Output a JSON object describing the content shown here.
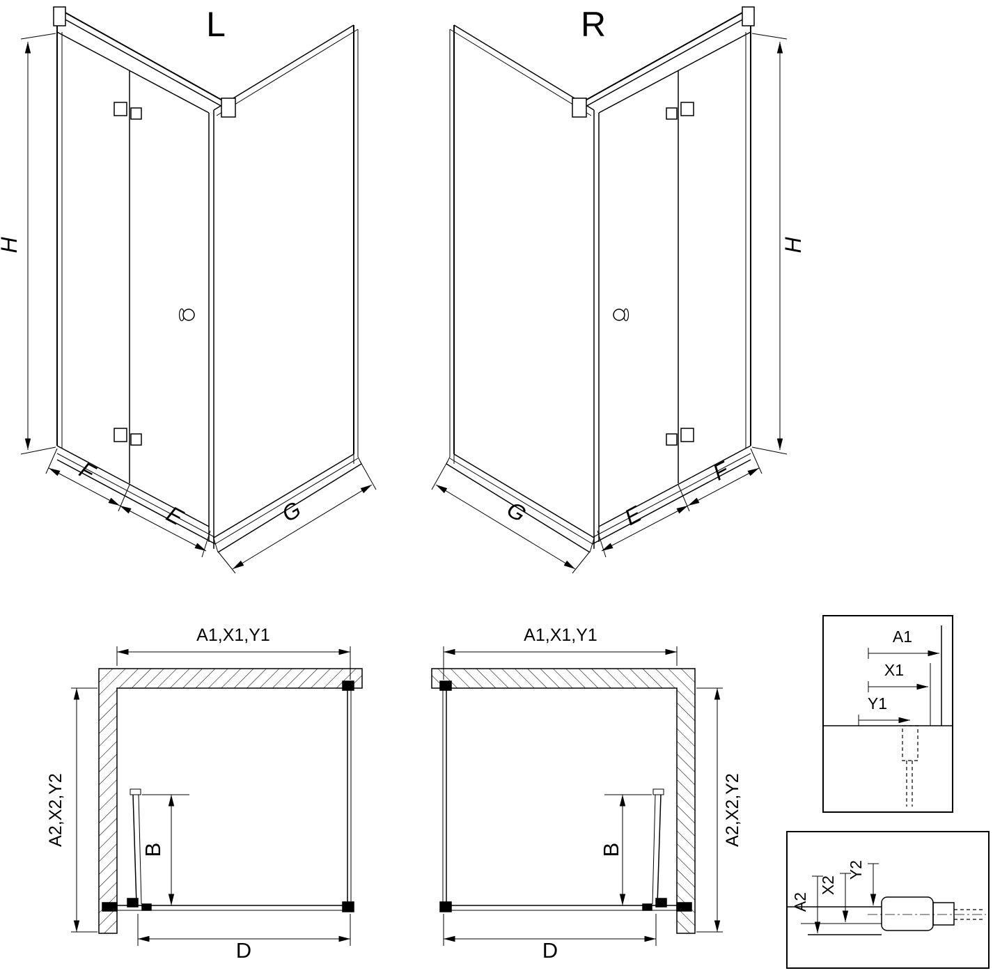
{
  "colors": {
    "background": "#ffffff",
    "line": "#000000"
  },
  "views": {
    "iso_left": {
      "label": "L",
      "dim_h": "H",
      "dim_f": "F",
      "dim_e": "E",
      "dim_g": "G"
    },
    "iso_right": {
      "label": "R",
      "dim_h": "H",
      "dim_f": "F",
      "dim_e": "E",
      "dim_g": "G"
    },
    "plan_left": {
      "dim_top": "A1,X1,Y1",
      "dim_side": "A2,X2,Y2",
      "dim_b": "B",
      "dim_d": "D"
    },
    "plan_right": {
      "dim_top": "A1,X1,Y1",
      "dim_side": "A2,X2,Y2",
      "dim_b": "B",
      "dim_d": "D"
    },
    "detail_top": {
      "dim_a1": "A1",
      "dim_x1": "X1",
      "dim_y1": "Y1"
    },
    "detail_bottom": {
      "dim_a2": "A2",
      "dim_x2": "X2",
      "dim_y2": "Y2"
    }
  }
}
